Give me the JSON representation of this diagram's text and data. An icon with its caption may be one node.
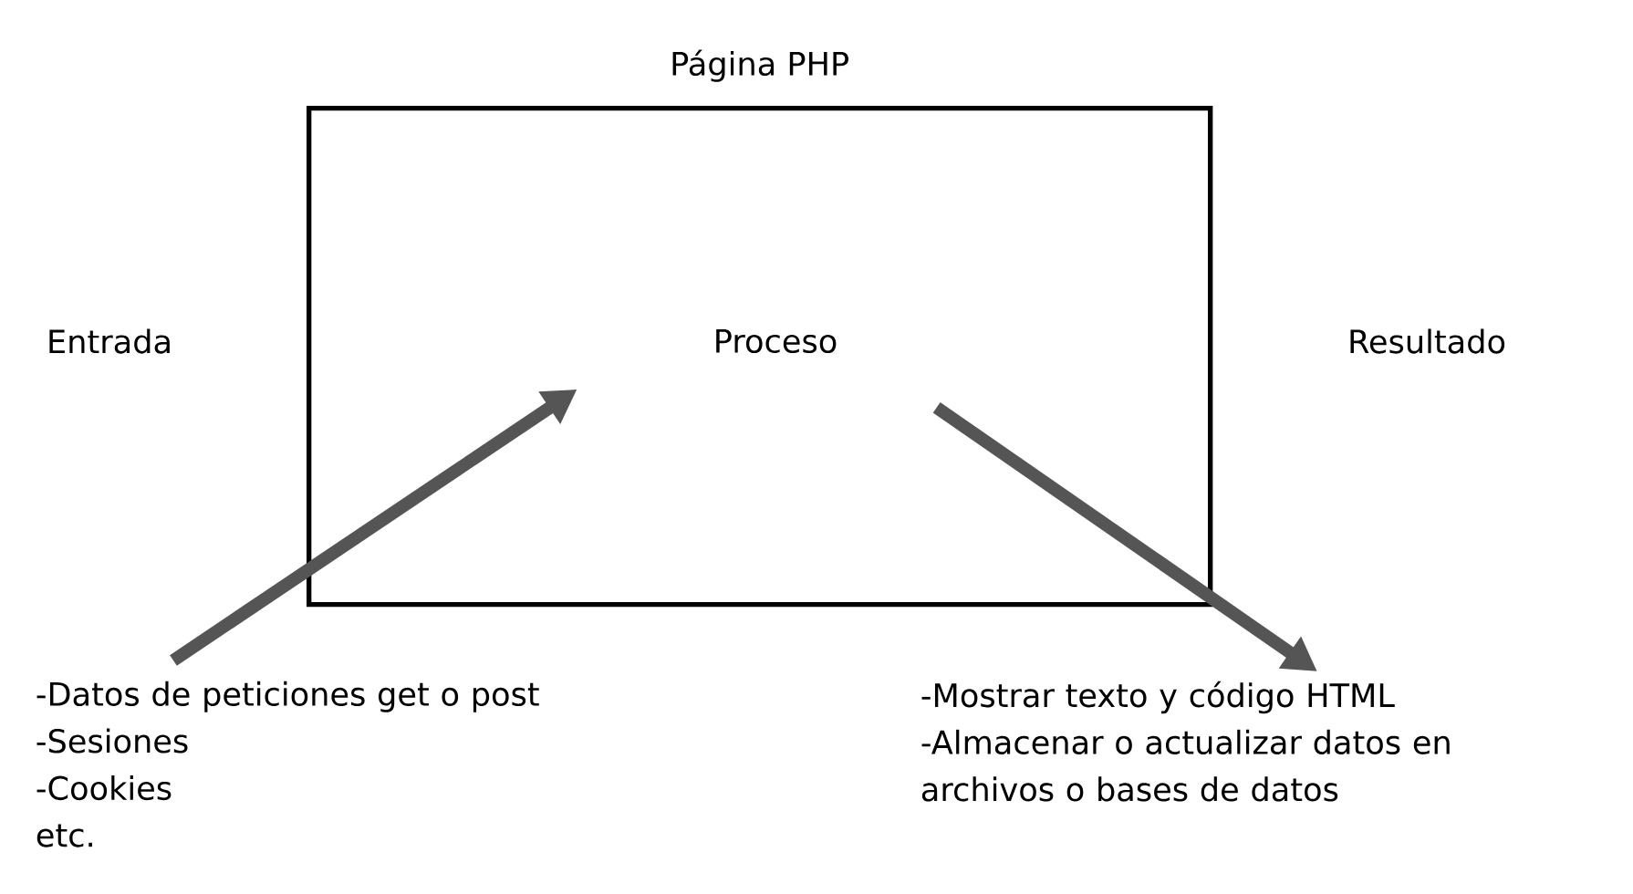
{
  "diagram": {
    "nodes": [
      {
        "text": [
          "Página PHP",
          "Proceso"
        ]
      },
      {
        "text": [
          "-Datos de peticiones get o post",
          "-Sesiones",
          "-Cookies",
          "etc."
        ]
      },
      {
        "text": [
          "-Mostrar texto y código HTML",
          "-Almacenar o actualizar datos en archivos o bases de datos"
        ]
      }
    ],
    "edges": [
      {
        "from": 1,
        "to": 0,
        "arrow": "to"
      },
      {
        "from": 0,
        "to": 2,
        "arrow": "to"
      }
    ],
    "labels": [
      "Entrada",
      "Resultado"
    ]
  }
}
